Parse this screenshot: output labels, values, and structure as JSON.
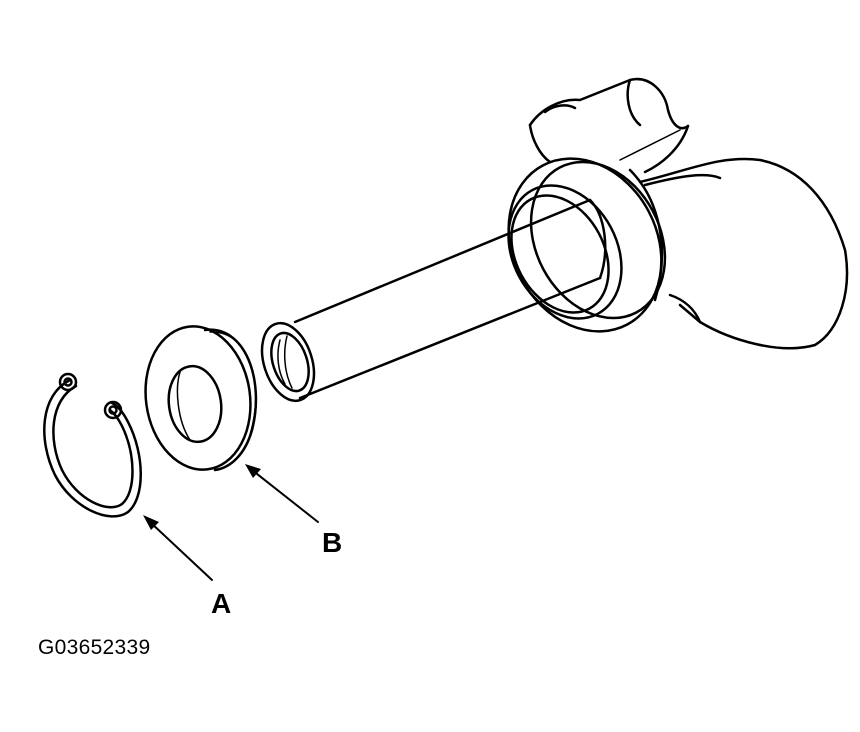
{
  "diagram": {
    "callouts": {
      "a": "A",
      "b": "B"
    },
    "figure_id": "G03652339",
    "colors": {
      "line": "#000000",
      "background": "#ffffff"
    }
  }
}
